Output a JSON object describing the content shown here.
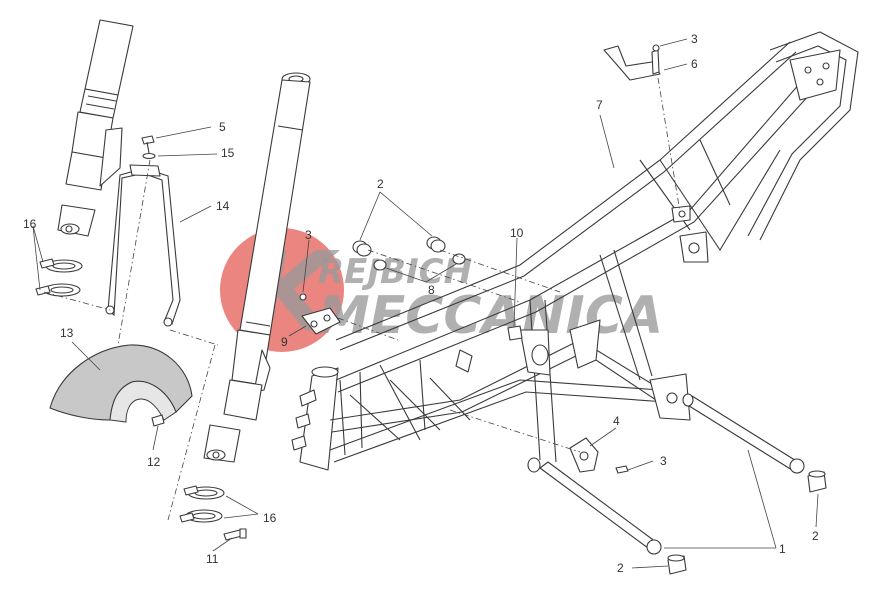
{
  "watermark": {
    "line1": "REJBICH",
    "line2": "MECCANICA",
    "circle_color": "#e8706a",
    "text_color": "#9a9a9a"
  },
  "callouts": [
    "1",
    "2",
    "2",
    "2",
    "3",
    "3",
    "3",
    "4",
    "5",
    "6",
    "7",
    "8",
    "9",
    "10",
    "11",
    "12",
    "13",
    "14",
    "15",
    "16",
    "16"
  ]
}
